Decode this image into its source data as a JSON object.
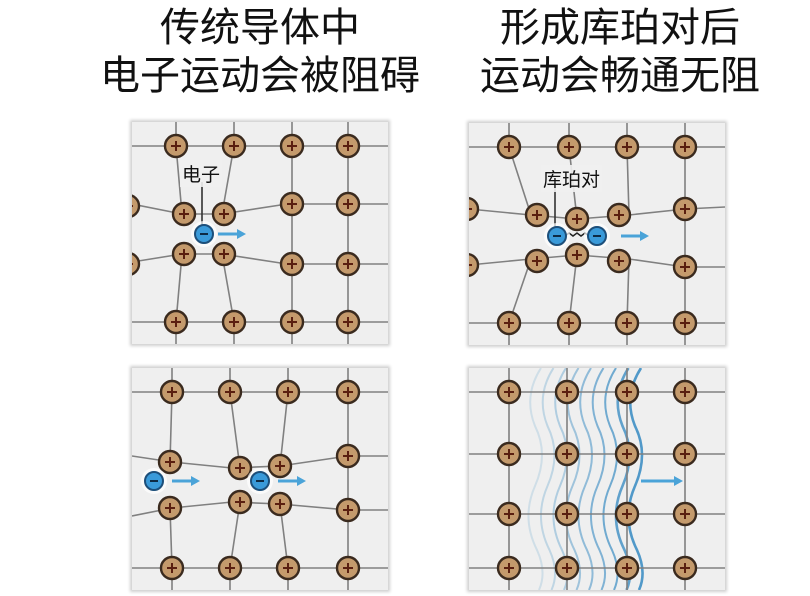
{
  "titles": {
    "left": [
      "传统导体中",
      "电子运动会被阻碍"
    ],
    "right": [
      "形成库珀对后",
      "运动会畅通无阻"
    ]
  },
  "labels": {
    "electron": "电子",
    "cooper_pair": "库珀对"
  },
  "symbols": {
    "ion": "+",
    "electron": "−"
  },
  "colors": {
    "ion_fill": "#c49a6c",
    "ion_stroke": "#3a2a1e",
    "electron_fill": "#3a9ad9",
    "electron_stroke": "#1d4f7a",
    "lattice_line": "#7a7a7a",
    "arrow": "#4aa3d8",
    "wave": "#3f8fc4",
    "panel_bg": "#efefef"
  },
  "panels": [
    {
      "id": "conventional-top",
      "caption_key": "electron",
      "electrons": 1
    },
    {
      "id": "cooper-top",
      "caption_key": "cooper_pair",
      "electrons": 2
    },
    {
      "id": "conventional-bottom",
      "electrons": 2
    },
    {
      "id": "cooper-bottom",
      "electrons": 0,
      "waves": 8
    }
  ]
}
